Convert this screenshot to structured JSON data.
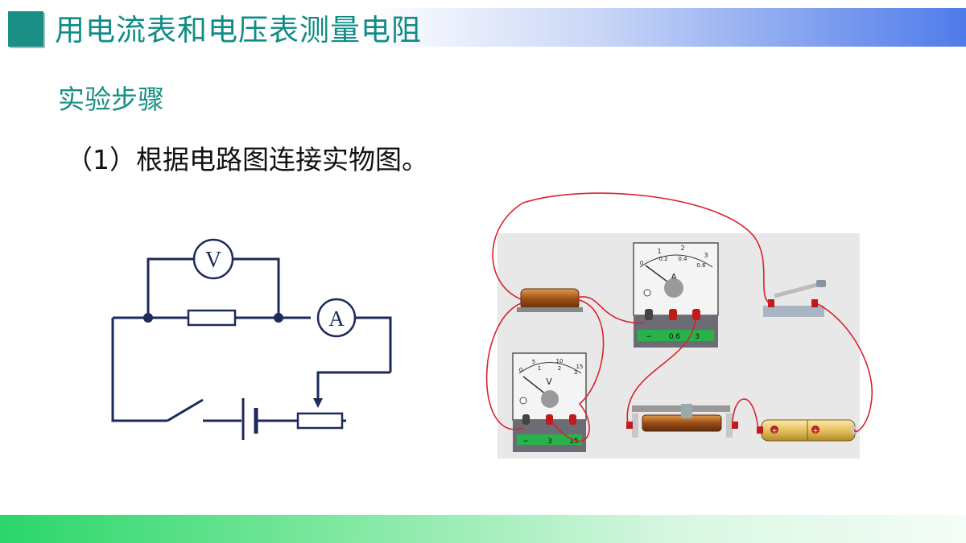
{
  "header": {
    "title": "用电流表和电压表测量电阻"
  },
  "section": {
    "subtitle": "实验步骤",
    "step_text": "（1）根据电路图连接实物图。"
  },
  "schematic": {
    "voltmeter_symbol": "V",
    "ammeter_symbol": "A"
  },
  "apparatus": {
    "ammeter_scale_top": [
      "1",
      "2",
      "3"
    ],
    "ammeter_scale_bottom": [
      "0",
      "0.2",
      "0.4",
      "0.6"
    ],
    "ammeter_letter": "A",
    "ammeter_terminals": [
      "−",
      "0.6",
      "3"
    ],
    "voltmeter_scale_top": [
      "5",
      "10",
      "15"
    ],
    "voltmeter_scale_bottom": [
      "0",
      "1",
      "2",
      "3"
    ],
    "voltmeter_letter": "V",
    "voltmeter_terminals": [
      "−",
      "3",
      "15"
    ],
    "battery_sign": "+"
  },
  "colors": {
    "title_teal": "#0f8c85",
    "accent_blue": "#4f7bea",
    "wire_red": "#d9232f",
    "footer_green": "#2ad66a"
  }
}
